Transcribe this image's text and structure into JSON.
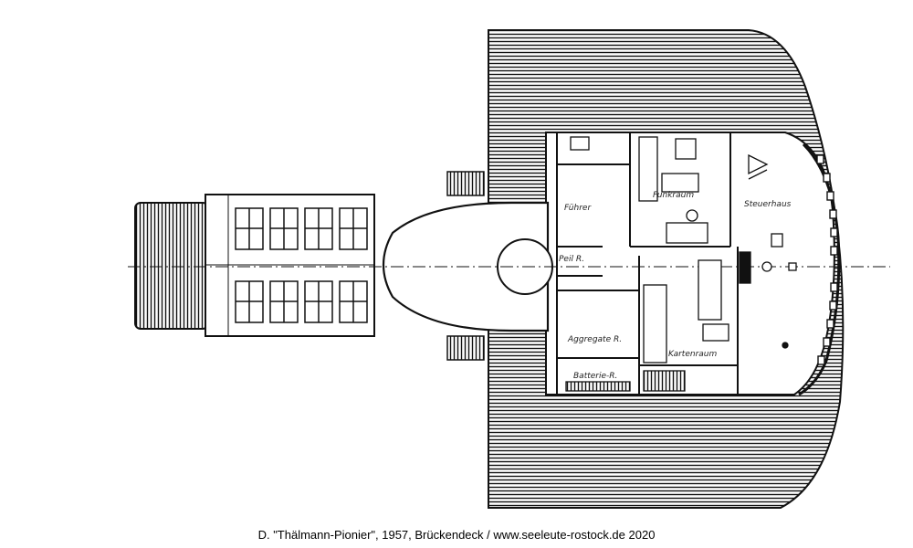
{
  "caption": "D. \"Thälmann-Pionier\", 1957, Brückendeck / www.seeleute-rostock.de 2020",
  "rooms": {
    "funkraum": "Funkraum",
    "steuerhaus": "Steuerhaus",
    "kartenraum": "Kartenraum",
    "aggregate": "Aggregate R.",
    "batterie": "Batterie-R.",
    "fuehrer": "Führer",
    "peilraum": "Peil R."
  },
  "colors": {
    "ink": "#1a1a1a",
    "paper": "#ffffff"
  }
}
